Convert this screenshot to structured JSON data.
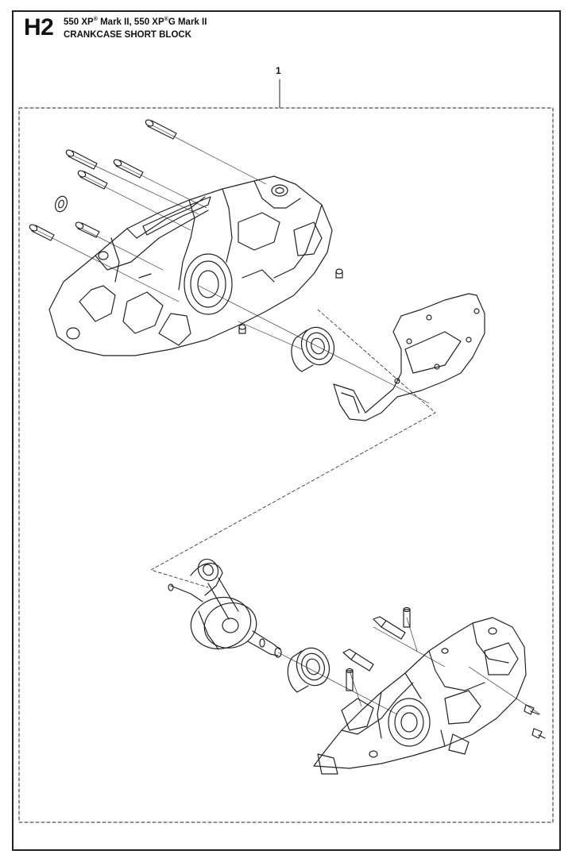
{
  "header": {
    "page_code": "H2",
    "model_1": "550 XP",
    "model_1_mark": "®",
    "model_1_suffix": " Mark II, 550 XP",
    "model_2_mark": "®",
    "model_2_suffix": "G Mark II",
    "section_title": "CRANKCASE SHORT BLOCK"
  },
  "callouts": [
    {
      "label": "1"
    }
  ],
  "icons": {
    "crankcase_upper": "crankcase-half-drawing",
    "crankcase_lower": "crankcase-half-drawing",
    "crankshaft": "crankshaft-drawing",
    "bearing": "ball-bearing-drawing",
    "gasket": "gasket-drawing",
    "screw": "screw-drawing"
  },
  "colors": {
    "line": "#222222",
    "background": "#ffffff"
  }
}
